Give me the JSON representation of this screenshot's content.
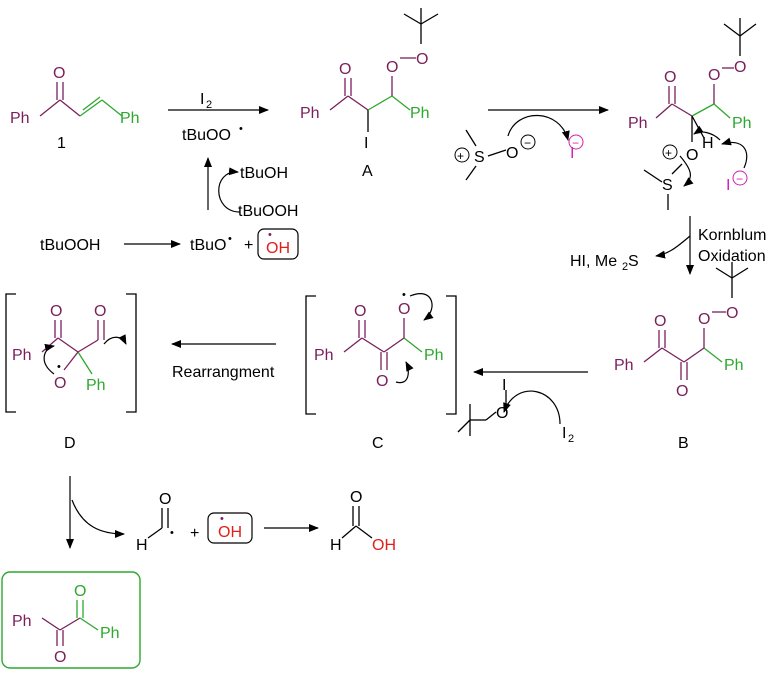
{
  "colors": {
    "purple": "#7a1f5c",
    "green": "#2ea82e",
    "red": "#e0201b",
    "magenta": "#d21fb4",
    "black": "#000000"
  },
  "labels": {
    "ph": "Ph",
    "o": "O",
    "h": "H",
    "oh": "OH",
    "i": "I",
    "s": "S",
    "plus": "+",
    "minus": "−",
    "dot": "•",
    "two": "2",
    "compound_1": "1",
    "compound_a": "A",
    "compound_b": "B",
    "compound_c": "C",
    "compound_d": "D",
    "i2_reagent": "I",
    "i2_sub": "2",
    "tbuoo_radical": "tBuOO",
    "tbuoh": "tBuOH",
    "tbuooh": "tBuOOH",
    "tbuooh_start": "tBuOOH",
    "tbuo_radical": "tBuO",
    "kornblum_1": "Kornblum",
    "kornblum_2": "Oxidation",
    "hi_me2s_a": "HI, Me",
    "hi_me2s_sub": "2",
    "hi_me2s_b": "S",
    "rearrangement": "Rearrangment"
  }
}
